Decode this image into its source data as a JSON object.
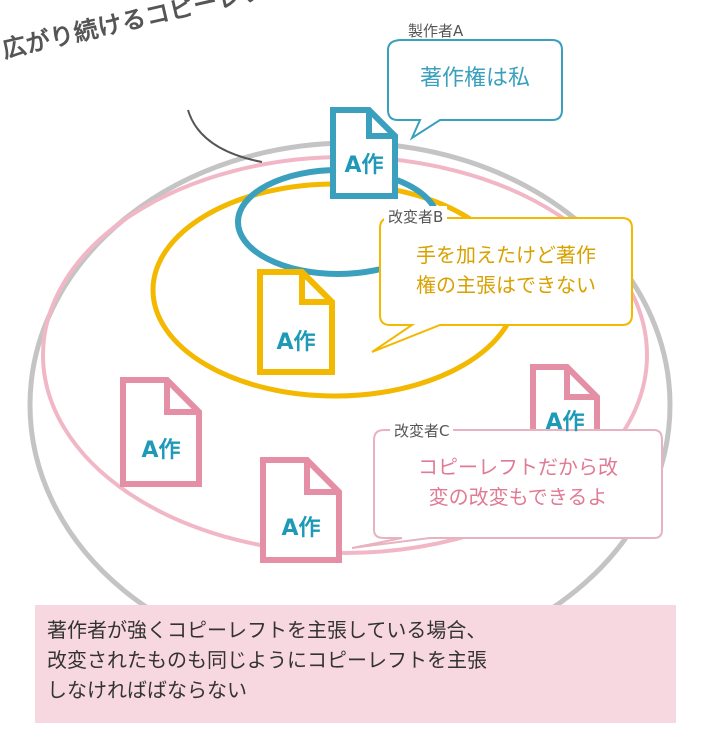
{
  "title": "広がり続けるコピーレフトの輪",
  "authors": {
    "a": {
      "label": "製作者A",
      "quote": "著作権は私"
    },
    "b": {
      "label": "改変者B",
      "quote_line1": "手を加えたけど著作",
      "quote_line2": "権の主張はできない"
    },
    "c": {
      "label": "改変者C",
      "quote_line1": "コピーレフトだから改",
      "quote_line2": "変の改変もできるよ"
    }
  },
  "document_label": "A作",
  "caption": {
    "line1": "著作者が強くコピーレフトを主張している場合、",
    "line2": "改変されたものも同じようにコピーレフトを主張",
    "line3": "しなければばならない"
  },
  "colors": {
    "blue": "#3ba0bd",
    "yellow": "#f3b800",
    "pink": "#e48fa6",
    "pink_light": "#f2b7c6",
    "gray": "#c4c4c4",
    "caption_bg": "#f8d8e0"
  }
}
